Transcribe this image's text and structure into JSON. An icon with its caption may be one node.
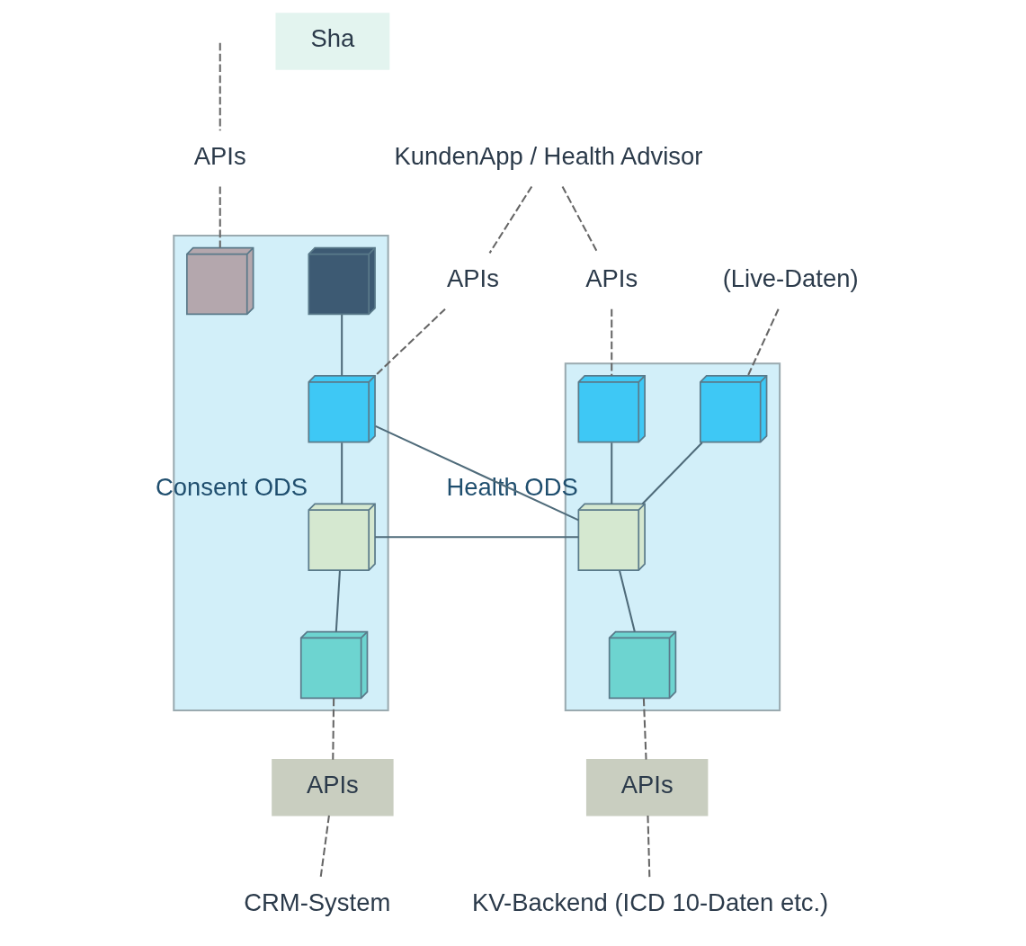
{
  "diagram": {
    "nodes": [
      {
        "text": [
          "KundenApp / Health Advisor"
        ]
      },
      {
        "text": [
          "APIs"
        ]
      },
      {
        "text": [
          "APIs"
        ]
      },
      {
        "text": [
          "APIs"
        ]
      },
      {
        "text": [
          "(Live-Daten)"
        ]
      },
      {
        "text": [],
        "shape": "cube"
      },
      {
        "text": [],
        "shape": "cube"
      },
      {
        "text": [],
        "shape": "cube",
        "in": 5
      },
      {
        "text": [],
        "shape": "cube",
        "in": 5
      },
      {
        "text": [],
        "shape": "cube",
        "in": 5,
        "beside": [
          "Health ODS"
        ]
      },
      {
        "text": [],
        "shape": "cube",
        "in": 5
      },
      {
        "text": [],
        "shape": "cube",
        "in": 6
      },
      {
        "text": [],
        "shape": "cube",
        "in": 6
      },
      {
        "text": [],
        "shape": "cube",
        "in": 6
      },
      {
        "text": [],
        "shape": "cube",
        "in": 6,
        "beside": [
          "Consent ODS"
        ]
      },
      {
        "text": [],
        "shape": "cube",
        "in": 6
      },
      {
        "text": [
          "APIs"
        ]
      },
      {
        "text": [
          "APIs"
        ]
      },
      {
        "text": [
          "KV-Backend (ICD 10-Daten etc.)"
        ]
      },
      {
        "text": [
          "CRM-System"
        ]
      },
      {
        "text": [
          "Sha"
        ]
      }
    ],
    "edges": [
      {
        "from": 0,
        "to": 1,
        "arrow": "none",
        "style": "dashed"
      },
      {
        "from": 1,
        "to": 13,
        "arrow": "none",
        "style": "dashed"
      },
      {
        "from": 0,
        "to": 3,
        "arrow": "none",
        "style": "dashed"
      },
      {
        "from": 3,
        "to": 7,
        "arrow": "none",
        "style": "dashed"
      },
      {
        "from": null,
        "to": 2,
        "arrow": "none",
        "style": "dashed"
      },
      {
        "from": 2,
        "to": 12,
        "arrow": "none",
        "style": "dashed"
      },
      {
        "from": 4,
        "to": 8,
        "arrow": "none",
        "style": "dashed"
      },
      {
        "from": 7,
        "to": 9,
        "arrow": "none",
        "color": "#4f6b7a"
      },
      {
        "from": 8,
        "to": 9,
        "arrow": "none",
        "color": "#4f6b7a"
      },
      {
        "from": 11,
        "to": 13,
        "arrow": "none",
        "color": "#4f6b7a"
      },
      {
        "from": 13,
        "to": 14,
        "arrow": "none",
        "color": "#4f6b7a"
      },
      {
        "from": 13,
        "to": 9,
        "arrow": "none",
        "color": "#4f6b7a"
      },
      {
        "from": 9,
        "to": 14,
        "arrow": "none",
        "color": "#4f6b7a"
      },
      {
        "from": 9,
        "to": 10,
        "arrow": "none",
        "color": "#4f6b7a"
      },
      {
        "from": 14,
        "to": 15,
        "arrow": "none",
        "color": "#4f6b7a"
      },
      {
        "from": 10,
        "to": 16,
        "arrow": "none",
        "style": "dashed"
      },
      {
        "from": 16,
        "to": 18,
        "arrow": "none",
        "style": "dashed"
      },
      {
        "from": 15,
        "to": 17,
        "arrow": "none",
        "style": "dashed"
      },
      {
        "from": 17,
        "to": 19,
        "arrow": "none",
        "style": "dashed"
      }
    ]
  }
}
